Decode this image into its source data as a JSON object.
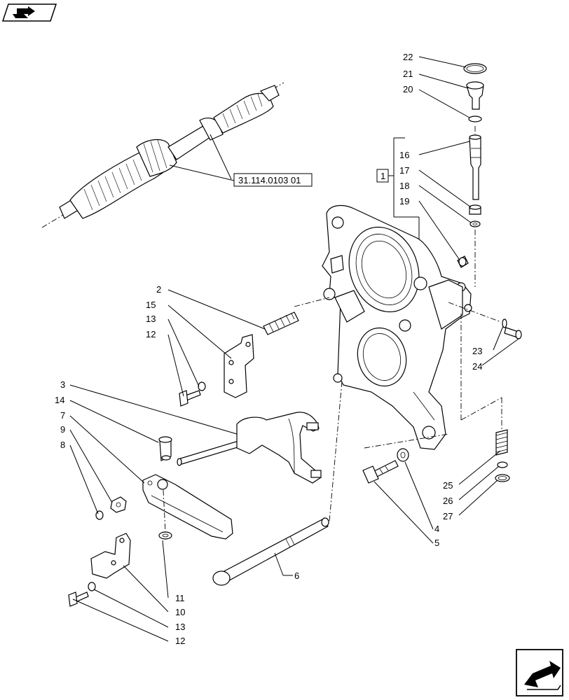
{
  "reference": {
    "text": "31.114.0103 01"
  },
  "group_box": {
    "text": "1"
  },
  "callouts": [
    {
      "id": "22",
      "text": "22"
    },
    {
      "id": "21",
      "text": "21"
    },
    {
      "id": "20",
      "text": "20"
    },
    {
      "id": "16",
      "text": "16"
    },
    {
      "id": "17",
      "text": "17"
    },
    {
      "id": "18",
      "text": "18"
    },
    {
      "id": "19",
      "text": "19"
    },
    {
      "id": "2",
      "text": "2"
    },
    {
      "id": "15",
      "text": "15"
    },
    {
      "id": "13a",
      "text": "13"
    },
    {
      "id": "12a",
      "text": "12"
    },
    {
      "id": "3",
      "text": "3"
    },
    {
      "id": "14",
      "text": "14"
    },
    {
      "id": "7",
      "text": "7"
    },
    {
      "id": "9",
      "text": "9"
    },
    {
      "id": "8",
      "text": "8"
    },
    {
      "id": "23",
      "text": "23"
    },
    {
      "id": "24",
      "text": "24"
    },
    {
      "id": "25",
      "text": "25"
    },
    {
      "id": "26",
      "text": "26"
    },
    {
      "id": "27",
      "text": "27"
    },
    {
      "id": "4",
      "text": "4"
    },
    {
      "id": "5",
      "text": "5"
    },
    {
      "id": "6",
      "text": "6"
    },
    {
      "id": "11",
      "text": "11"
    },
    {
      "id": "10",
      "text": "10"
    },
    {
      "id": "13b",
      "text": "13"
    },
    {
      "id": "12b",
      "text": "12"
    }
  ],
  "icons": {
    "top_left": "book-arrow-icon",
    "bottom_right": "next-page-arrow-icon"
  }
}
